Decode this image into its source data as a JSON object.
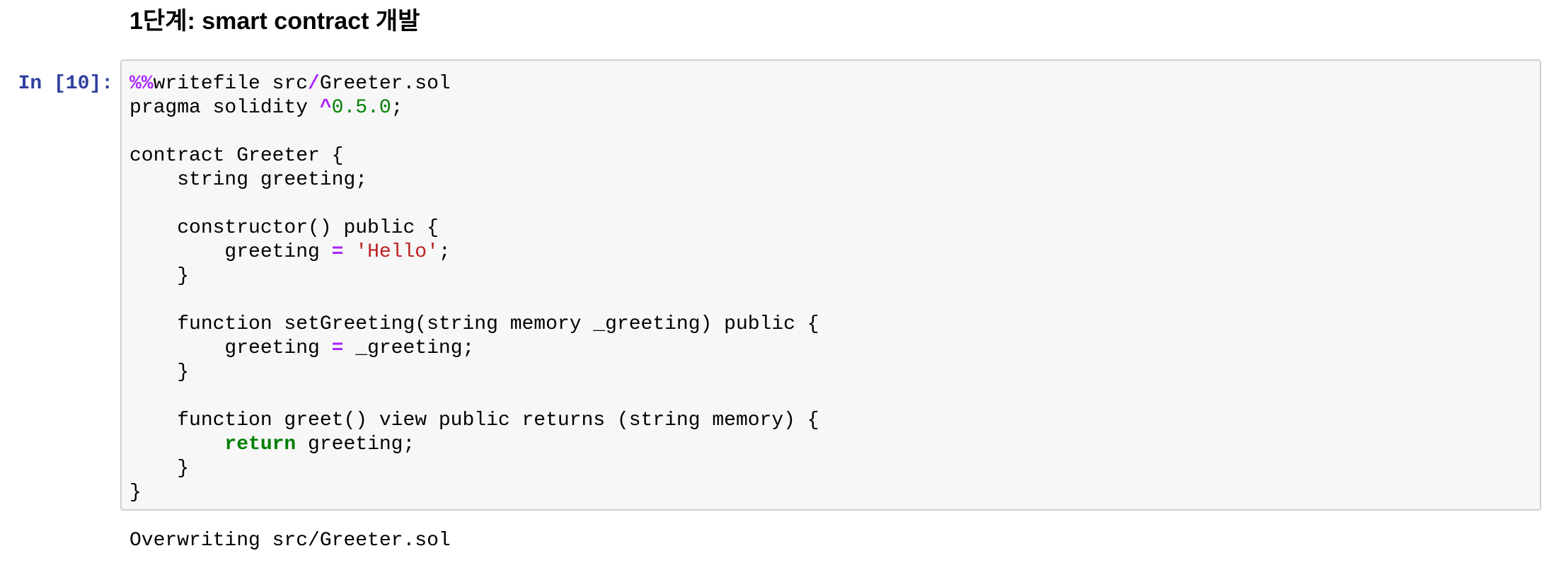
{
  "markdown_cell": {
    "title": "1단계: smart contract 개발"
  },
  "code_cell": {
    "prompt": "In [10]:",
    "language_hint": "python-magic-writefile",
    "lines": [
      [
        [
          "op",
          "%%"
        ],
        [
          "p",
          "writefile src"
        ],
        [
          "op",
          "/"
        ],
        [
          "p",
          "Greeter.sol"
        ]
      ],
      [
        [
          "p",
          "pragma solidity "
        ],
        [
          "op",
          "^"
        ],
        [
          "num",
          "0.5.0"
        ],
        [
          "p",
          ";"
        ]
      ],
      [],
      [
        [
          "p",
          "contract Greeter {"
        ]
      ],
      [
        [
          "p",
          "    string greeting;"
        ]
      ],
      [],
      [
        [
          "p",
          "    constructor() public {"
        ]
      ],
      [
        [
          "p",
          "        greeting "
        ],
        [
          "op",
          "="
        ],
        [
          "p",
          " "
        ],
        [
          "str",
          "'Hello'"
        ],
        [
          "p",
          ";"
        ]
      ],
      [
        [
          "p",
          "    }"
        ]
      ],
      [],
      [
        [
          "p",
          "    function setGreeting(string memory _greeting) public {"
        ]
      ],
      [
        [
          "p",
          "        greeting "
        ],
        [
          "op",
          "="
        ],
        [
          "p",
          " _greeting;"
        ]
      ],
      [
        [
          "p",
          "    }"
        ]
      ],
      [],
      [
        [
          "p",
          "    function greet() view public returns (string memory) {"
        ]
      ],
      [
        [
          "p",
          "        "
        ],
        [
          "kw",
          "return"
        ],
        [
          "p",
          " greeting;"
        ]
      ],
      [
        [
          "p",
          "    }"
        ]
      ],
      [
        [
          "p",
          "}"
        ]
      ]
    ]
  },
  "output_cell": {
    "text": "Overwriting src/Greeter.sol"
  },
  "colors": {
    "prompt_blue": "#303F9F",
    "operator_purple": "#AA22FF",
    "number_keyword_green": "#008000",
    "string_red": "#BA2121",
    "cell_background": "#f7f7f7",
    "cell_border": "#cfcfcf"
  }
}
